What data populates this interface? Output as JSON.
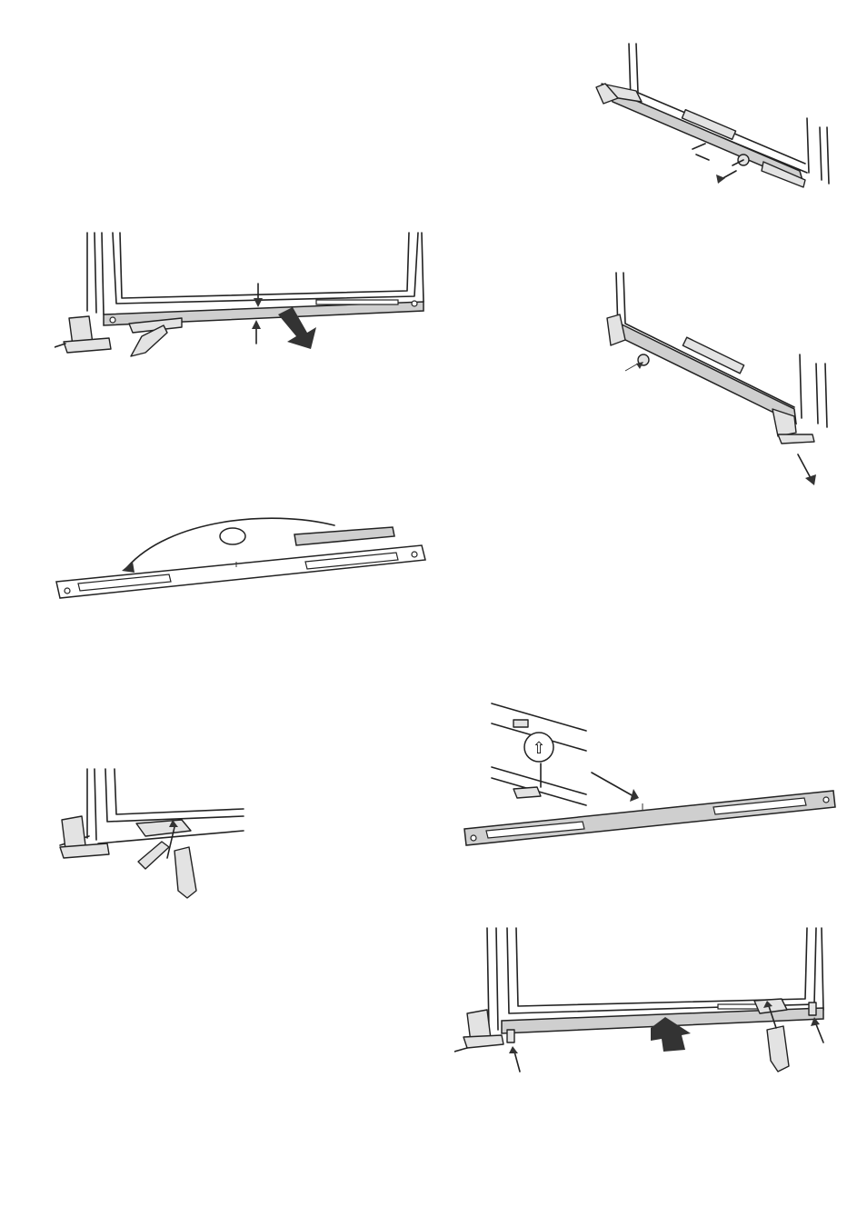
{
  "page": {
    "background": "#ffffff",
    "line_color": "#222222",
    "part_fill": "#cfcfcf"
  },
  "figures": [
    {
      "id": "fig-remove-cover-right",
      "icon": "screw-removal-arrows-icon"
    },
    {
      "id": "fig-unclip-trim",
      "icon": "pull-out-arrow-icon"
    },
    {
      "id": "fig-unscrew-left",
      "icon": "screw-removal-arrows-icon"
    },
    {
      "id": "fig-swap-trim-part",
      "icon": "curved-swap-arrow-icon"
    },
    {
      "id": "fig-align-trim",
      "icon": "up-arrow-circle-icon",
      "glyph": "⇧"
    },
    {
      "id": "fig-hinge-clip",
      "icon": "insert-arrow-icon"
    },
    {
      "id": "fig-refit-trim",
      "icon": "push-up-arrow-icon"
    }
  ]
}
